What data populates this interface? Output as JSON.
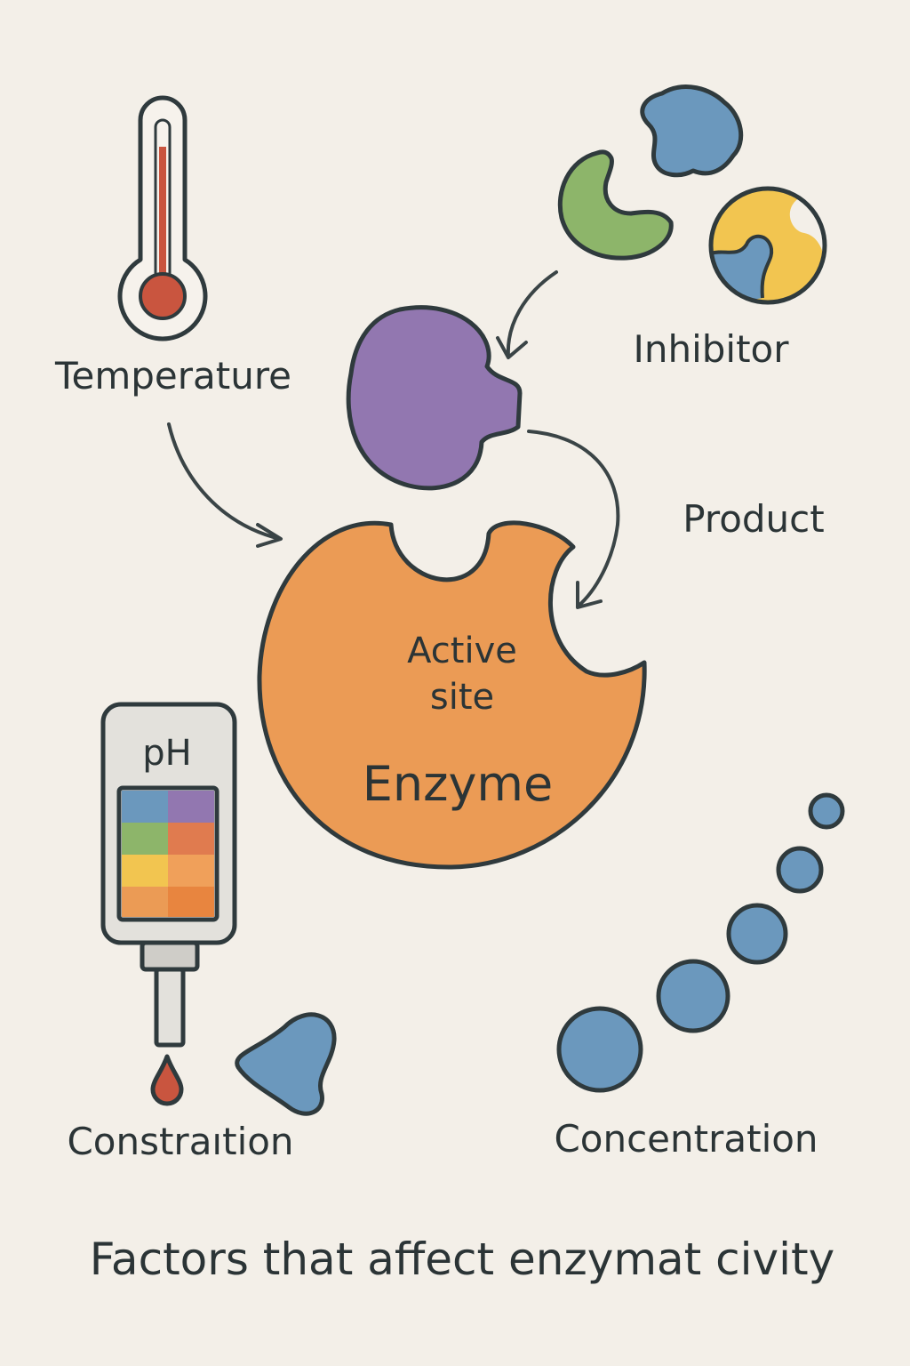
{
  "title": "Factors that affect enzymat civity",
  "labels": {
    "temperature": "Temperature",
    "inhibitor": "Inhibitor",
    "product": "Product",
    "active_site_line1": "Active",
    "active_site_line2": "site",
    "enzyme": "Enzyme",
    "ph": "pH",
    "constraition": "Constraıtion",
    "concentration": "Concentration"
  },
  "colors": {
    "background": "#f3efe8",
    "enzyme": "#eb9b55",
    "substrate": "#9277b0",
    "blue": "#6b98bd",
    "green": "#8db56a",
    "yellow": "#f2c550",
    "red": "#c9553f"
  }
}
